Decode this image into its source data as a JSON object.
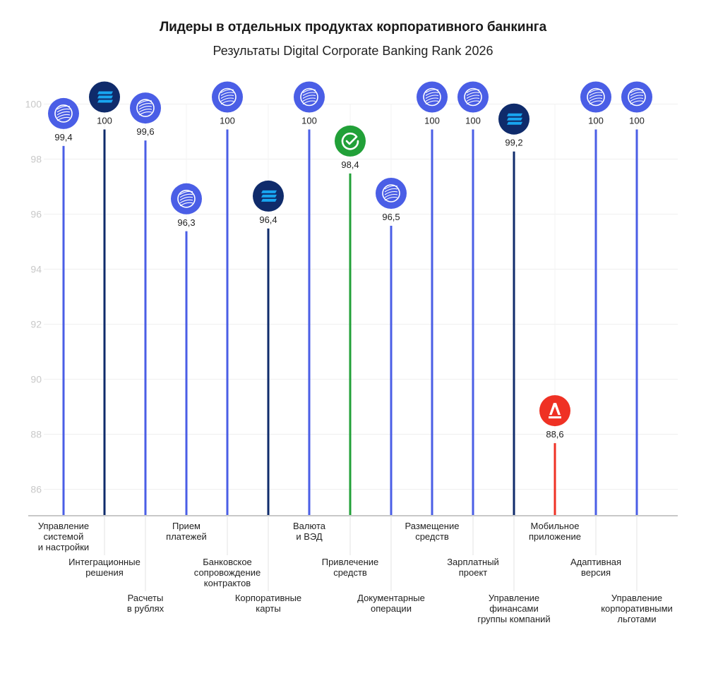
{
  "title": "Лидеры в отдельных продуктах корпоративного банкинга",
  "subtitle": "Результаты Digital Corporate Banking Rank 2026",
  "colors": {
    "gazprombank": "#4a5ee6",
    "sovcombank": "#0f2b6b",
    "sber": "#21a038",
    "alfa": "#ef3124",
    "grid": "#efefef",
    "baseline": "#c8c8c8"
  },
  "chart_data": {
    "type": "lollipop",
    "title": "Лидеры в отдельных продуктах корпоративного банкинга",
    "subtitle": "Результаты Digital Corporate Banking Rank 2026",
    "ylim": [
      85,
      100
    ],
    "yticks": [
      86,
      88,
      90,
      92,
      94,
      96,
      98,
      100
    ],
    "grid": true,
    "points": [
      {
        "category": "Управление системой и настройки",
        "label_lines": [
          "Управление",
          "системой",
          "и настройки"
        ],
        "value": 99.4,
        "value_label": "99,4",
        "icon": "gazprombank-logo-icon",
        "color": "#4a5ee6"
      },
      {
        "category": "Интеграционные решения",
        "label_lines": [
          "Интеграционные",
          "решения"
        ],
        "value": 100,
        "value_label": "100",
        "icon": "sovcombank-logo-icon",
        "color": "#0f2b6b"
      },
      {
        "category": "Расчеты в рублях",
        "label_lines": [
          "Расчеты",
          "в рублях"
        ],
        "value": 99.6,
        "value_label": "99,6",
        "icon": "gazprombank-logo-icon",
        "color": "#4a5ee6"
      },
      {
        "category": "Прием платежей",
        "label_lines": [
          "Прием",
          "платежей"
        ],
        "value": 96.3,
        "value_label": "96,3",
        "icon": "gazprombank-logo-icon",
        "color": "#4a5ee6"
      },
      {
        "category": "Банковское сопровождение контрактов",
        "label_lines": [
          "Банковское",
          "сопровождение",
          "контрактов"
        ],
        "value": 100,
        "value_label": "100",
        "icon": "gazprombank-logo-icon",
        "color": "#4a5ee6"
      },
      {
        "category": "Корпоративные карты",
        "label_lines": [
          "Корпоративные",
          "карты"
        ],
        "value": 96.4,
        "value_label": "96,4",
        "icon": "sovcombank-logo-icon",
        "color": "#0f2b6b"
      },
      {
        "category": "Валюта и ВЭД",
        "label_lines": [
          "Валюта",
          "и ВЭД"
        ],
        "value": 100,
        "value_label": "100",
        "icon": "gazprombank-logo-icon",
        "color": "#4a5ee6"
      },
      {
        "category": "Привлечение средств",
        "label_lines": [
          "Привлечение",
          "средств"
        ],
        "value": 98.4,
        "value_label": "98,4",
        "icon": "sber-logo-icon",
        "color": "#21a038"
      },
      {
        "category": "Документарные операции",
        "label_lines": [
          "Документарные",
          "операции"
        ],
        "value": 96.5,
        "value_label": "96,5",
        "icon": "gazprombank-logo-icon",
        "color": "#4a5ee6"
      },
      {
        "category": "Размещение средств",
        "label_lines": [
          "Размещение",
          "средств"
        ],
        "value": 100,
        "value_label": "100",
        "icon": "gazprombank-logo-icon",
        "color": "#4a5ee6"
      },
      {
        "category": "Зарплатный проект",
        "label_lines": [
          "Зарплатный",
          "проект"
        ],
        "value": 100,
        "value_label": "100",
        "icon": "gazprombank-logo-icon",
        "color": "#4a5ee6"
      },
      {
        "category": "Управление финансами группы компаний",
        "label_lines": [
          "Управление",
          "финансами",
          "группы компаний"
        ],
        "value": 99.2,
        "value_label": "99,2",
        "icon": "sovcombank-logo-icon",
        "color": "#0f2b6b"
      },
      {
        "category": "Мобильное приложение",
        "label_lines": [
          "Мобильное",
          "приложение"
        ],
        "value": 88.6,
        "value_label": "88,6",
        "icon": "alfa-bank-logo-icon",
        "color": "#ef3124"
      },
      {
        "category": "Адаптивная версия",
        "label_lines": [
          "Адаптивная",
          "версия"
        ],
        "value": 100,
        "value_label": "100",
        "icon": "gazprombank-logo-icon",
        "color": "#4a5ee6"
      },
      {
        "category": "Управление корпоративными льготами",
        "label_lines": [
          "Управление",
          "корпоративными",
          "льготами"
        ],
        "value": 100,
        "value_label": "100",
        "icon": "gazprombank-logo-icon",
        "color": "#4a5ee6"
      }
    ]
  }
}
